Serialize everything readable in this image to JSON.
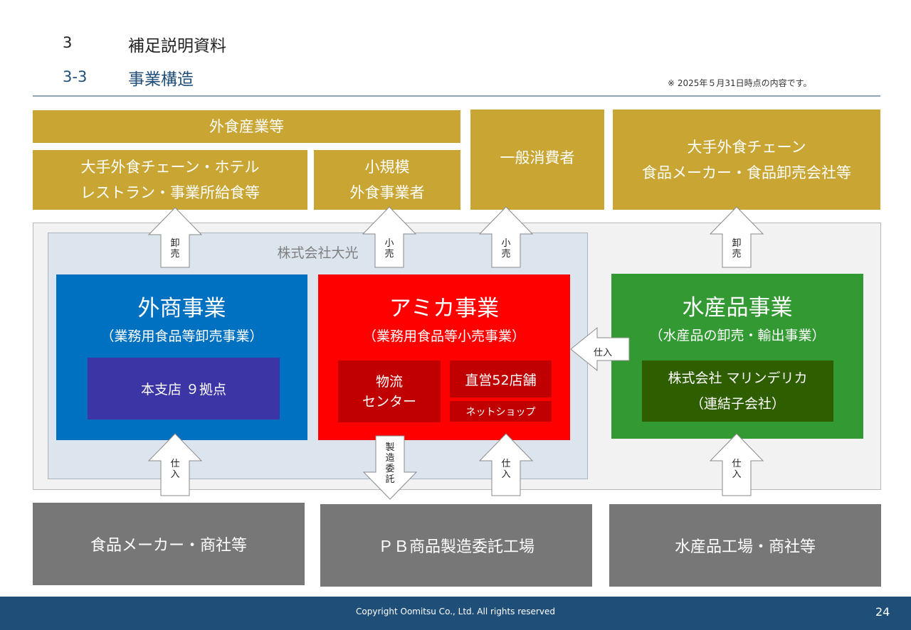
{
  "header": {
    "section_num": "3",
    "section_title": "補足説明資料",
    "sub_num": "3-3",
    "sub_title": "事業構造",
    "note": "※ 2025年５月31日時点の内容です。"
  },
  "customers": {
    "gaishoku": "外食産業等",
    "large_chains_line1": "大手外食チェーン・ホテル",
    "large_chains_line2": "レストラン・事業所給食等",
    "small_line1": "小規模",
    "small_line2": "外食事業者",
    "consumers": "一般消費者",
    "marine_line1": "大手外食チェーン",
    "marine_line2": "食品メーカー・食品卸売会社等"
  },
  "company": {
    "name": "株式会社大光"
  },
  "businesses": {
    "gaisho": {
      "title": "外商事業",
      "subtitle": "（業務用食品等卸売事業）",
      "unit": "本支店 ９拠点"
    },
    "amika": {
      "title": "アミカ事業",
      "subtitle": "（業務用食品等小売事業）",
      "logistics_line1": "物流",
      "logistics_line2": "センター",
      "stores": "直営52店舗",
      "netshop": "ネットショップ"
    },
    "marine": {
      "title": "水産品事業",
      "subtitle": "（水産品の卸売・輸出事業）",
      "sub_line1": "株式会社 マリンデリカ",
      "sub_line2": "（連結子会社）"
    }
  },
  "arrows": {
    "oroshi_1": "卸売",
    "kouri_1": "小売",
    "kouri_2": "小売",
    "oroshi_2": "卸売",
    "shiire_side": "仕入",
    "shiire_1": "仕入",
    "seizo": "製造委託",
    "shiire_2": "仕入",
    "shiire_3": "仕入"
  },
  "suppliers": {
    "food_makers": "食品メーカー・商社等",
    "pb_factory": "ＰＢ商品製造委託工場",
    "marine_factory": "水産品工場・商社等"
  },
  "colors": {
    "gold": "#c9a633",
    "gaisho_blue": "#0070c0",
    "gaisho_sub": "#3b35a6",
    "amika_red": "#ff0000",
    "amika_sub": "#c00000",
    "marine_green": "#339933",
    "marine_sub": "#2e5e00",
    "supplier_gray": "#777777",
    "footer_navy": "#1f4e79"
  },
  "footer": {
    "copyright": "Copyright Oomitsu Co., Ltd. All rights reserved",
    "page": "24"
  }
}
